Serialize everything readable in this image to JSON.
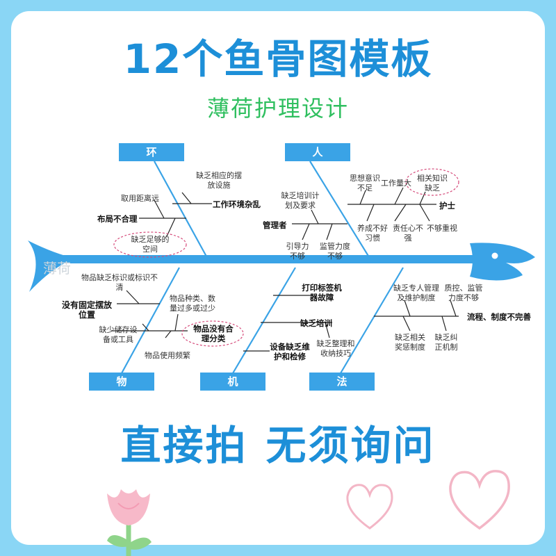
{
  "title": "12个鱼骨图模板",
  "subtitle": "薄荷护理设计",
  "bottom_left": "直接拍",
  "bottom_right": "无须询问",
  "watermark": "薄荷",
  "colors": {
    "background": "#8ad6f5",
    "accent": "#1d8fd8",
    "green": "#2fbf5f",
    "spine": "#3aa3e6"
  },
  "categories": {
    "env": "环",
    "person": "人",
    "material": "物",
    "machine": "机",
    "method": "法"
  },
  "env": {
    "cause_main": "工作环境杂乱",
    "sub_equip": "缺乏相应的摆放设施",
    "sub_far": "取用距离远",
    "cause_layout": "布局不合理",
    "sub_space": "缺乏足够的空间"
  },
  "person": {
    "cause_nurse": "护士",
    "sub_thought": "思想意识不足",
    "sub_workload": "工作量大",
    "sub_knowledge": "相关知识缺乏",
    "sub_habit": "养成不好习惯",
    "sub_duty": "责任心不强",
    "sub_attention": "不够重视",
    "cause_manager": "管理者",
    "sub_training": "缺乏培训计划及要求",
    "sub_guidance": "引导力不够",
    "sub_supervise": "监管力度不够"
  },
  "material": {
    "sub_mark": "物品缺乏标识或标识不清",
    "cause_place": "没有固定摆放位置",
    "sub_count": "物品种类、数量过多或过少",
    "cause_classify": "物品没有合理分类",
    "sub_storage": "缺少储存设备或工具",
    "sub_frequent": "物品使用频繁"
  },
  "machine": {
    "cause_printer": "打印标签机器故障",
    "cause_train": "缺乏培训",
    "sub_skill": "缺乏整理和收纳技巧",
    "cause_maint": "设备缺乏维护和检修"
  },
  "method": {
    "sub_manage": "缺乏专人管理及维护制度",
    "sub_qc": "质控、监管力度不够",
    "cause_system": "流程、制度不完善",
    "sub_reward": "缺乏相关奖惩制度",
    "sub_correct": "缺乏纠正机制"
  }
}
